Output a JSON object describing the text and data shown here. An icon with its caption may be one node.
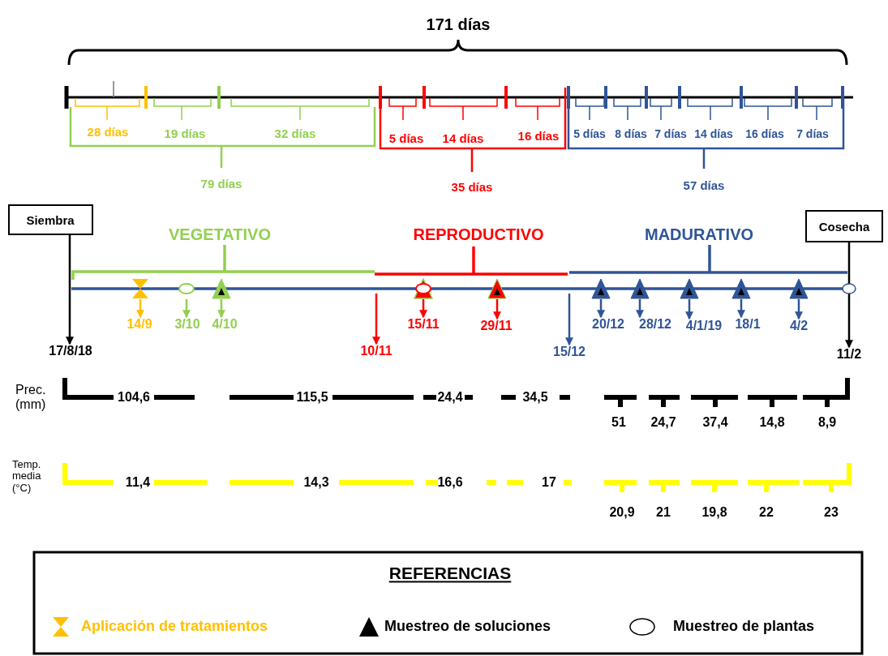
{
  "diagram": {
    "nodes": [
      {
        "text": [
          "Siembra"
        ]
      },
      {
        "text": [
          "Cosecha"
        ]
      },
      {
        "text": [
          "17/8/18"
        ]
      },
      {
        "text": [
          "11/2"
        ]
      },
      {
        "text": [],
        "shape": "hourglass"
      },
      {
        "text": [
          "14/9"
        ]
      },
      {
        "text": [],
        "shape": "circle"
      },
      {
        "text": [
          "3/10"
        ]
      },
      {
        "text": [],
        "shape": "triangle"
      },
      {
        "text": [
          "4/10"
        ]
      },
      {
        "text": [
          "10/11"
        ]
      },
      {
        "text": [],
        "shape": "circle"
      },
      {
        "text": [
          "15/11"
        ]
      },
      {
        "text": [],
        "shape": "triangle"
      },
      {
        "text": [
          "29/11"
        ]
      },
      {
        "text": [
          "15/12"
        ]
      },
      {
        "text": [],
        "shape": "triangle"
      },
      {
        "text": [
          "20/12"
        ]
      },
      {
        "text": [],
        "shape": "triangle"
      },
      {
        "text": [
          "28/12"
        ]
      },
      {
        "text": [],
        "shape": "triangle"
      },
      {
        "text": [
          "4/1/19"
        ]
      },
      {
        "text": [],
        "shape": "triangle"
      },
      {
        "text": [
          "18/1"
        ]
      },
      {
        "text": [],
        "shape": "triangle"
      },
      {
        "text": [
          "4/2"
        ]
      }
    ],
    "edges": [
      {
        "from": 0,
        "to": 2,
        "arrow": "to",
        "color": "#000000"
      },
      {
        "from": 1,
        "to": 3,
        "arrow": "to",
        "color": "#000000"
      },
      {
        "from": 4,
        "to": 5,
        "arrow": "to",
        "color": "#ffc000"
      },
      {
        "from": 6,
        "to": 7,
        "arrow": "to",
        "color": "#92d050"
      },
      {
        "from": 8,
        "to": 9,
        "arrow": "to",
        "color": "#92d050"
      },
      {
        "from": null,
        "to": 10,
        "arrow": "to",
        "color": "#ff0000"
      },
      {
        "from": 11,
        "to": 12,
        "arrow": "to",
        "color": "#ff0000"
      },
      {
        "from": 13,
        "to": 14,
        "arrow": "to",
        "color": "#ff0000"
      },
      {
        "from": null,
        "to": 15,
        "arrow": "to"
      },
      {
        "from": 16,
        "to": 17,
        "arrow": "to"
      },
      {
        "from": 18,
        "to": 19,
        "arrow": "to"
      },
      {
        "from": 20,
        "to": 21,
        "arrow": "to"
      },
      {
        "from": 22,
        "to": 23,
        "arrow": "to"
      },
      {
        "from": 24,
        "to": 25,
        "arrow": "to"
      }
    ],
    "labels": [
      "171 días",
      "28 días",
      "19 días",
      "32 días",
      "5 días",
      "14 días",
      "16 días",
      "5 días",
      "8 días",
      "7 días",
      "14 días",
      "16 días",
      "7 días",
      "79 días",
      "35 días",
      "57 días",
      "VEGETATIVO",
      "REPRODUCTIVO",
      "MADURATIVO",
      "Prec. (mm)",
      "104,6",
      "115,5",
      "24,4",
      "34,5",
      "51",
      "24,7",
      "37,4",
      "14,8",
      "8,9",
      "Temp. media (°C)",
      "11,4",
      "14,3",
      "16,6",
      "17",
      "20,9",
      "21",
      "19,8",
      "22",
      "23",
      "REFERENCIAS"
    ],
    "legend": [
      {
        "text": "Aplicación de tratamientos"
      },
      {
        "text": "Muestreo de soluciones"
      },
      {
        "text": "Muestreo de plantas"
      }
    ]
  }
}
